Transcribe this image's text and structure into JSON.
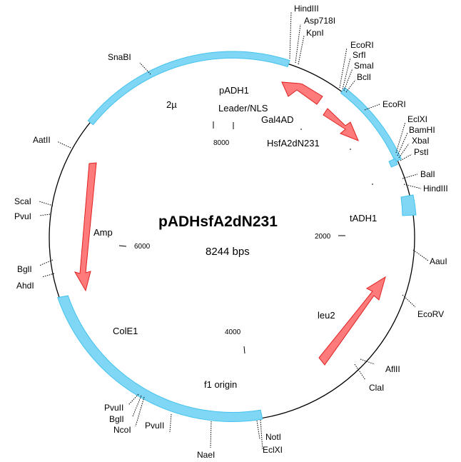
{
  "plasmid": {
    "name": "pADHsfA2dN231",
    "size_label": "8244 bps",
    "length": 8244
  },
  "colors": {
    "backbone": "#000000",
    "feature_band": "#7fd6f5",
    "feature_band_edge": "#45c3ee",
    "arrow_fill": "#ff7b7b",
    "arrow_edge": "#e02020"
  },
  "position_ticks": [
    {
      "label": "2000"
    },
    {
      "label": "4000"
    },
    {
      "label": "6000"
    },
    {
      "label": "8000"
    }
  ],
  "features": [
    {
      "name": "2µ"
    },
    {
      "name": "pADH1"
    },
    {
      "name": "Leader/NLS"
    },
    {
      "name": "Gal4AD"
    },
    {
      "name": "HsfA2dN231"
    },
    {
      "name": "tADH1"
    },
    {
      "name": "leu2"
    },
    {
      "name": "f1 origin"
    },
    {
      "name": "ColE1"
    },
    {
      "name": "Amp"
    }
  ],
  "restriction_sites": [
    {
      "name": "HindIII"
    },
    {
      "name": "Asp718I"
    },
    {
      "name": "KpnI"
    },
    {
      "name": "EcoRI"
    },
    {
      "name": "SrfI"
    },
    {
      "name": "SmaI"
    },
    {
      "name": "BclI"
    },
    {
      "name": "EcoRI"
    },
    {
      "name": "EclXI"
    },
    {
      "name": "BamHI"
    },
    {
      "name": "XbaI"
    },
    {
      "name": "PstI"
    },
    {
      "name": "BalI"
    },
    {
      "name": "HindIII"
    },
    {
      "name": "AauI"
    },
    {
      "name": "EcoRV"
    },
    {
      "name": "AflII"
    },
    {
      "name": "ClaI"
    },
    {
      "name": "NotI"
    },
    {
      "name": "EclXI"
    },
    {
      "name": "NaeI"
    },
    {
      "name": "PvuII"
    },
    {
      "name": "NcoI"
    },
    {
      "name": "BglI"
    },
    {
      "name": "PvuII"
    },
    {
      "name": "AhdI"
    },
    {
      "name": "BglI"
    },
    {
      "name": "PvuI"
    },
    {
      "name": "ScaI"
    },
    {
      "name": "AatII"
    },
    {
      "name": "SnaBI"
    }
  ]
}
